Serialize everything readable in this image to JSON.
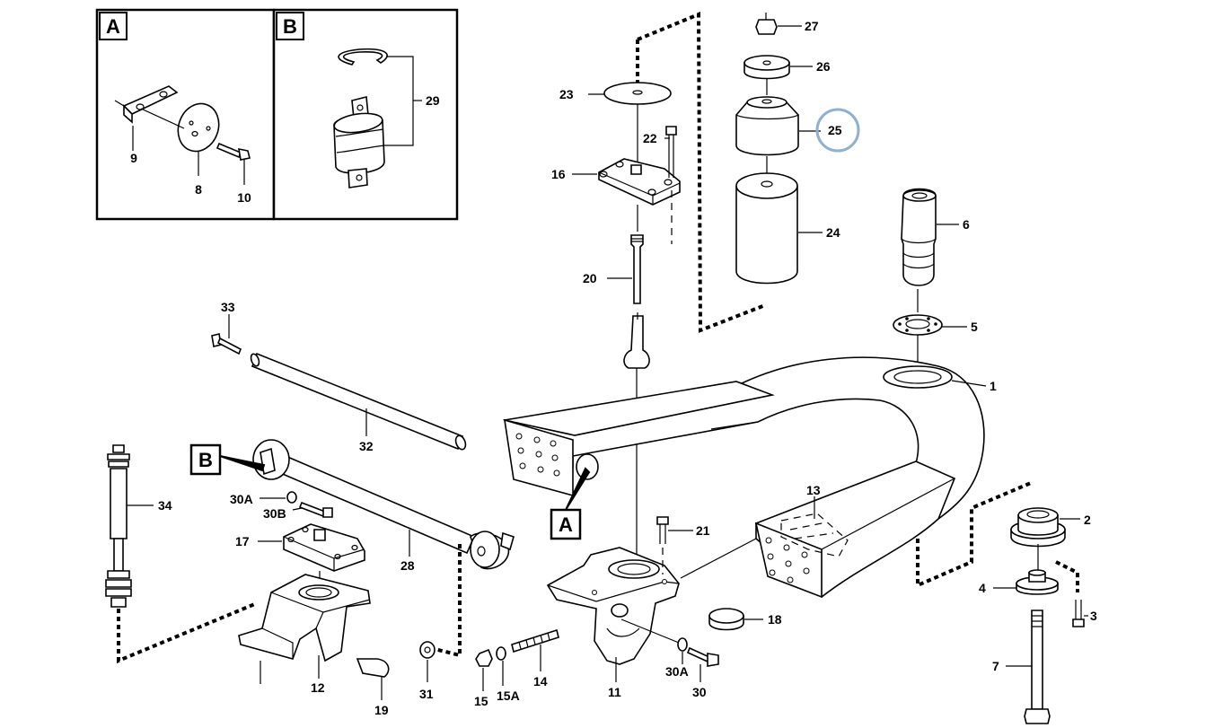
{
  "insets": [
    {
      "tag": "A",
      "labels": [
        "9",
        "8",
        "10"
      ]
    },
    {
      "tag": "B",
      "labels": [
        "29"
      ]
    }
  ],
  "callouts": {
    "l1": "1",
    "l2": "2",
    "l3": "3",
    "l4": "4",
    "l5": "5",
    "l6": "6",
    "l7": "7",
    "l11": "11",
    "l12": "12",
    "l13": "13",
    "l14": "14",
    "l15": "15",
    "l15a": "15A",
    "l16": "16",
    "l17": "17",
    "l18": "18",
    "l19": "19",
    "l20": "20",
    "l21": "21",
    "l22": "22",
    "l23": "23",
    "l24": "24",
    "l25": "25",
    "l26": "26",
    "l27": "27",
    "l28": "28",
    "l30": "30",
    "l30a": "30A",
    "l30a2": "30A",
    "l30b": "30B",
    "l31": "31",
    "l32": "32",
    "l33": "33",
    "l34": "34"
  },
  "detail_tags": {
    "a": "A",
    "b": "B"
  },
  "highlight": {
    "label": "25",
    "ring_color": "#8fb0d0"
  }
}
